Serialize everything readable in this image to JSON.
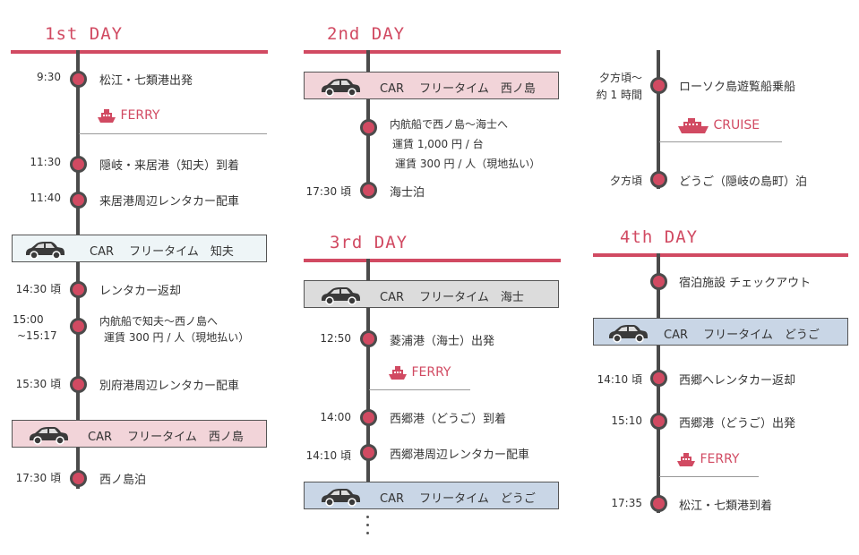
{
  "day1": {
    "title": "1st DAY",
    "t1": "9:30",
    "e1": "松江・七類港出発",
    "ferry": "FERRY",
    "t2": "11:30",
    "e2": "隠岐・来居港（知夫）到着",
    "t3": "11:40",
    "e3": "来居港周辺レンタカー配車",
    "car1": "CAR　 フリータイム　知夫",
    "t4": "14:30 頃",
    "e4": "レンタカー返却",
    "t5a": "15:00",
    "t5b": "~15:17",
    "e5a": "内航船で知夫～西ノ島へ",
    "e5b": "運賃 300 円 / 人（現地払い）",
    "t6": "15:30 頃",
    "e6": "別府港周辺レンタカー配車",
    "car2": "CAR　 フリータイム　西ノ島",
    "t7": "17:30 頃",
    "e7": "西ノ島泊"
  },
  "day2": {
    "title": "2nd DAY",
    "car": "CAR　 フリータイム　西ノ島",
    "e1a": "内航船で西ノ島～海士へ",
    "e1b": "運賃 1,000 円 / 台",
    "e1c": "運賃 300 円 / 人（現地払い）",
    "t2": "17:30 頃",
    "e2": "海士泊"
  },
  "day3": {
    "title": "3rd DAY",
    "car1": "CAR　 フリータイム　海士",
    "t1": "12:50",
    "e1": "菱浦港（海士）出発",
    "ferry": "FERRY",
    "t2": "14:00",
    "e2": "西郷港（どうご）到着",
    "t3": "14:10 頃",
    "e3": "西郷港周辺レンタカー配車",
    "car2": "CAR　 フリータイム　どうご"
  },
  "day3cont": {
    "t1a": "夕方頃～",
    "t1b": "約 1 時間",
    "e1": "ローソク島遊覧船乗船",
    "cruise": "CRUISE",
    "t2": "夕方頃",
    "e2": "どうご（隠岐の島町）泊"
  },
  "day4": {
    "title": "4th DAY",
    "e1": "宿泊施設 チェックアウト",
    "car": "CAR　 フリータイム　どうご",
    "t2": "14:10 頃",
    "e2": "西郷へレンタカー返却",
    "t3": "15:10",
    "e3": "西郷港（どうご）出発",
    "ferry": "FERRY",
    "t4": "17:35",
    "e4": "松江・七類港到着"
  },
  "colors": {
    "accent": "#d14a62",
    "line": "#4b4b4b",
    "car_pink": "#f2d4d9",
    "car_light": "#eef5f7",
    "car_gray": "#dcdcdc",
    "car_blue": "#c9d6e6"
  },
  "icons": {
    "car": "car-icon",
    "ship": "ship-icon"
  }
}
